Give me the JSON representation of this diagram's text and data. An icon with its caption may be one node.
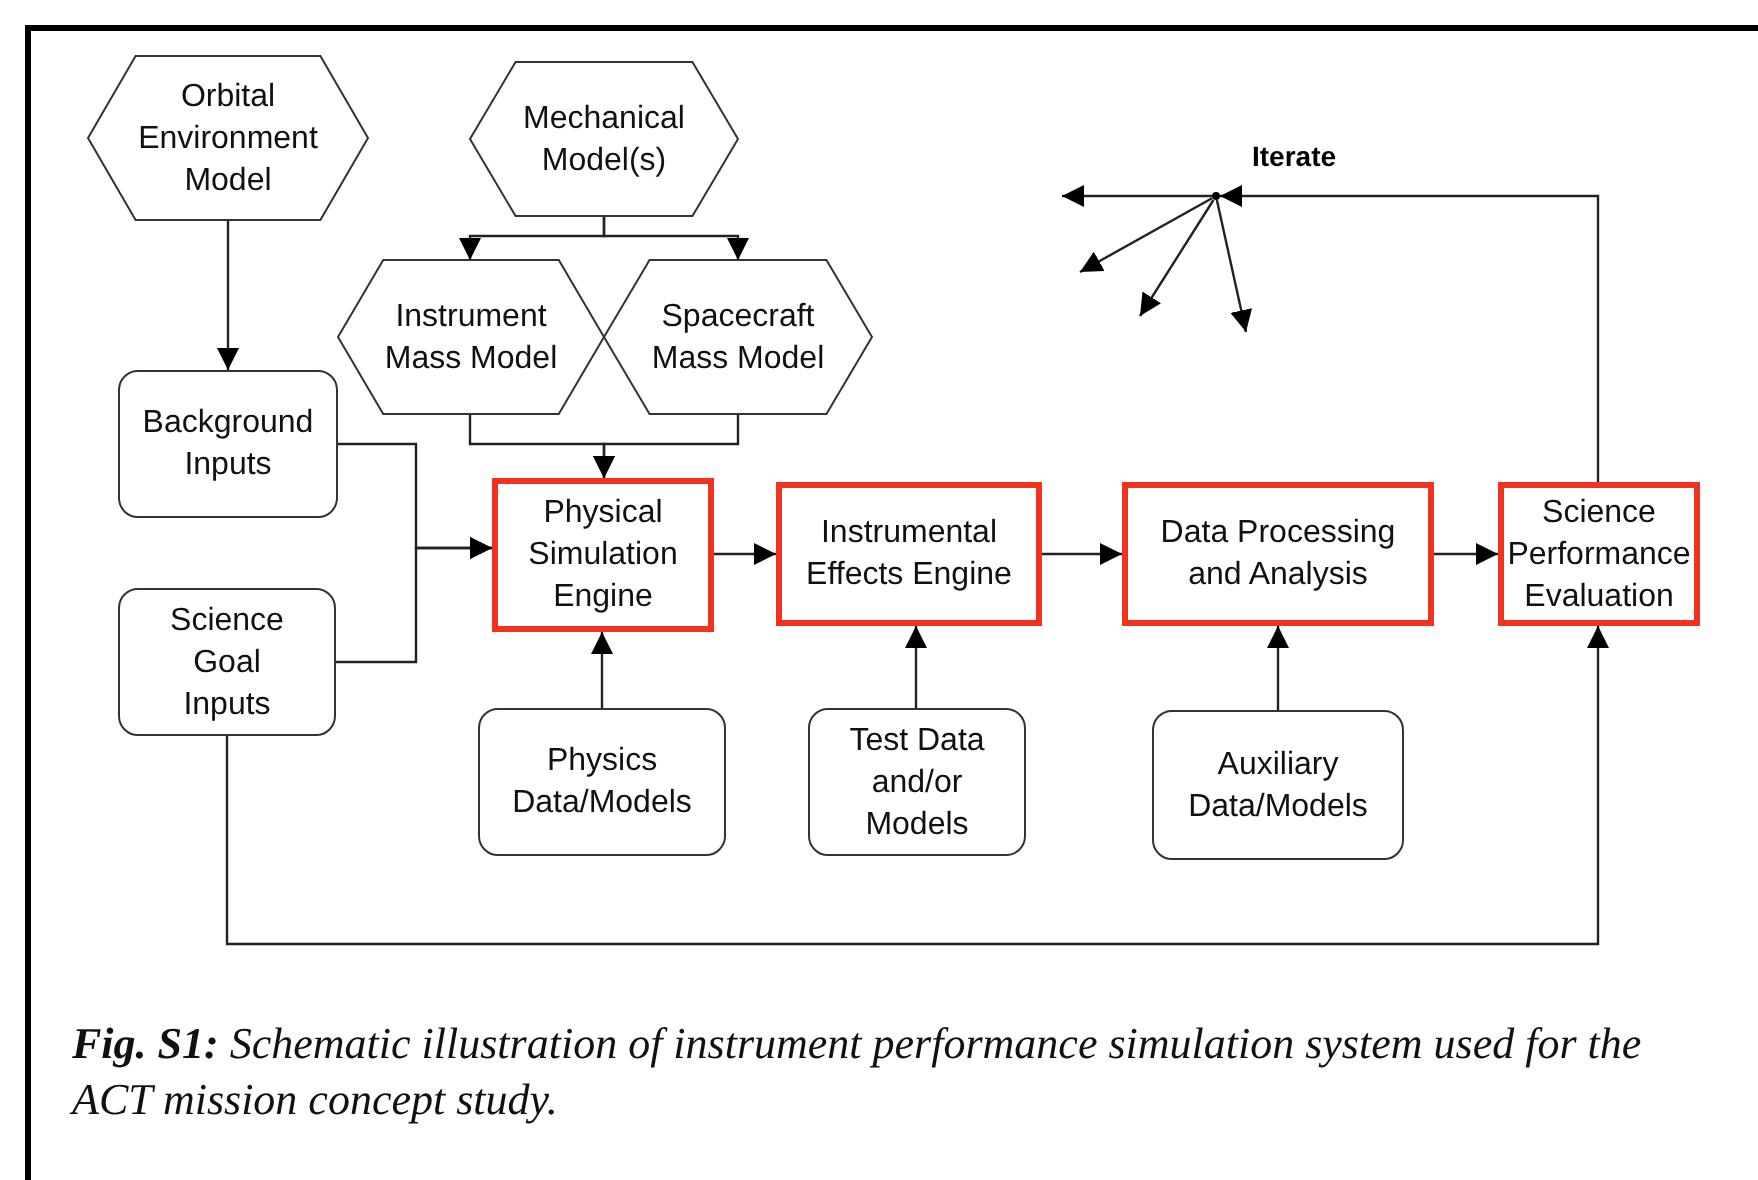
{
  "diagram": {
    "caption": "**Fig. S1:** Schematic illustration of instrument performance simulation system used for the ACT mission concept study.",
    "nodes": [
      {
        "text": [
          "Orbital Environment Model"
        ]
      },
      {
        "text": [
          "Mechanical Model(s)"
        ]
      },
      {
        "text": [
          "Instrument Mass Model"
        ]
      },
      {
        "text": [
          "Spacecraft Mass Model"
        ]
      },
      {
        "text": [
          "Background Inputs"
        ]
      },
      {
        "text": [
          "Science Goal Inputs"
        ]
      },
      {
        "text": [
          "Physical Simulation Engine"
        ]
      },
      {
        "text": [
          "Instrumental Effects Engine"
        ]
      },
      {
        "text": [
          "Data Processing and Analysis"
        ]
      },
      {
        "text": [
          "Science Performance Evaluation"
        ]
      },
      {
        "text": [
          "Physics Data/Models"
        ]
      },
      {
        "text": [
          "Test Data and/or Models"
        ]
      },
      {
        "text": [
          "Auxiliary Data/Models"
        ]
      },
      {
        "text": [],
        "shape": "point",
        "beside": [
          "Iterate"
        ]
      }
    ],
    "edges": [
      {
        "from": 0,
        "to": 4,
        "arrow": "to"
      },
      {
        "from": 1,
        "to": 2,
        "arrow": "to"
      },
      {
        "from": 1,
        "to": 3,
        "arrow": "to"
      },
      {
        "from": 2,
        "to": 6,
        "arrow": "to"
      },
      {
        "from": 3,
        "to": 6,
        "arrow": "to"
      },
      {
        "from": 4,
        "to": 6,
        "arrow": "to"
      },
      {
        "from": 5,
        "to": 6,
        "arrow": "to"
      },
      {
        "from": 6,
        "to": 7,
        "arrow": "to"
      },
      {
        "from": 7,
        "to": 8,
        "arrow": "to"
      },
      {
        "from": 8,
        "to": 9,
        "arrow": "to"
      },
      {
        "from": 10,
        "to": 6,
        "arrow": "to"
      },
      {
        "from": 11,
        "to": 7,
        "arrow": "to"
      },
      {
        "from": 12,
        "to": 8,
        "arrow": "to"
      },
      {
        "from": 5,
        "to": 9,
        "arrow": "to"
      },
      {
        "from": 9,
        "to": 13,
        "arrow": "to"
      },
      {
        "from": 13,
        "to": null,
        "arrow": "to"
      },
      {
        "from": 13,
        "to": null,
        "arrow": "to"
      },
      {
        "from": 13,
        "to": null,
        "arrow": "to"
      },
      {
        "from": 13,
        "to": null,
        "arrow": "to"
      }
    ]
  }
}
